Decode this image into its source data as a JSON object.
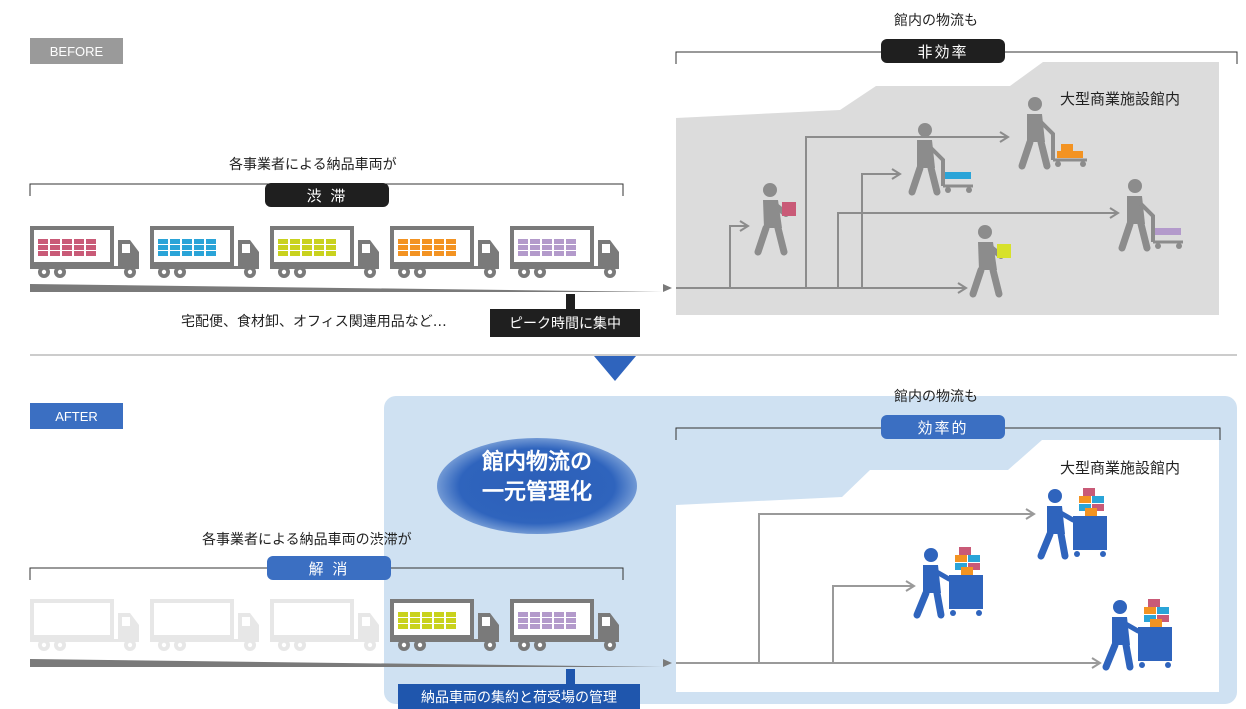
{
  "before": {
    "section_tag": "BEFORE",
    "facility_top_text": "館内の物流も",
    "facility_status_pill": "非効率",
    "facility_name": "大型商業施設館内",
    "vehicles_caption": "各事業者による納品車両が",
    "vehicles_status_pill": "渋 滞",
    "goods_caption": "宅配便、食材卸、オフィス関連用品など…",
    "peak_badge": "ピーク時間に集中",
    "truck_cargo_colors": [
      "#c95a77",
      "#2aa4d8",
      "#c9d21e",
      "#f39322",
      "#b39acb"
    ],
    "worker_parcel_colors": [
      "#c95a77",
      "#2aa4d8",
      "#f39322",
      "#d7e12b",
      "#b39acb"
    ]
  },
  "after": {
    "section_tag": "AFTER",
    "facility_top_text": "館内の物流も",
    "facility_status_pill": "効率的",
    "facility_name": "大型商業施設館内",
    "center_label_line1": "館内物流の",
    "center_label_line2": "一元管理化",
    "vehicles_caption": "各事業者による納品車両の渋滞が",
    "vehicles_status_pill": "解 消",
    "manage_badge": "納品車両の集約と荷受場の管理",
    "truck_cargo_colors": [
      "#c9d21e",
      "#b39acb"
    ],
    "worker_color": "#2f64bd",
    "cargo_colors": [
      "#c95a77",
      "#f39322",
      "#2aa4d8"
    ]
  },
  "colors": {
    "gray_dark": "#7a7a7a",
    "gray_facility": "#dcdcdc",
    "gray_worker": "#8c8c8c",
    "light_blue_bg": "#cfe1f2",
    "blue_tag": "#3b6fc2",
    "faded_truck": "#e7e7e7"
  }
}
